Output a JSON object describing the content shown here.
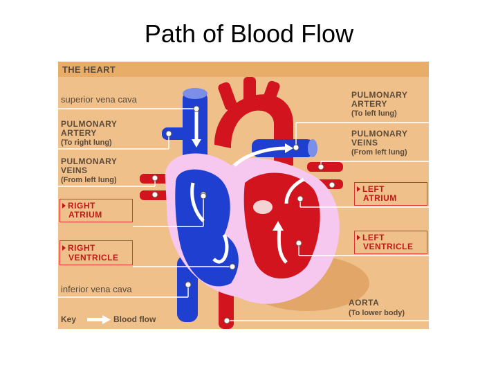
{
  "slide": {
    "title": "Path of Blood Flow"
  },
  "diagram": {
    "header": "THE HEART",
    "labels": {
      "superior_vena_cava": "superior vena cava",
      "pulmonary_artery_right_1": "PULMONARY",
      "pulmonary_artery_right_2": "ARTERY",
      "pulmonary_artery_right_sub": "(To right lung)",
      "pulmonary_veins_right_1": "PULMONARY",
      "pulmonary_veins_right_2": "VEINS",
      "pulmonary_veins_right_sub": "(From left lung)",
      "right_atrium_1": "RIGHT",
      "right_atrium_2": "ATRIUM",
      "right_ventricle_1": "RIGHT",
      "right_ventricle_2": "VENTRICLE",
      "inferior_vena_cava": "inferior vena cava",
      "key": "Key",
      "key_blood_flow": "Blood flow",
      "pulmonary_artery_left_1": "PULMONARY",
      "pulmonary_artery_left_2": "ARTERY",
      "pulmonary_artery_left_sub": "(To left lung)",
      "pulmonary_veins_left_1": "PULMONARY",
      "pulmonary_veins_left_2": "VEINS",
      "pulmonary_veins_left_sub": "(From left lung)",
      "left_atrium_1": "LEFT",
      "left_atrium_2": "ATRIUM",
      "left_ventricle_1": "LEFT",
      "left_ventricle_2": "VENTRICLE",
      "aorta": "AORTA",
      "aorta_sub": "(To lower body)"
    },
    "colors": {
      "background": "#f0c08a",
      "header_bg": "#e9ad6a",
      "deoxygenated": "#1f3fd0",
      "oxygenated": "#d2141e",
      "chamber_wall": "#f6c8f0",
      "label_text": "#5a4a3a",
      "highlight_text": "#c01818"
    }
  }
}
